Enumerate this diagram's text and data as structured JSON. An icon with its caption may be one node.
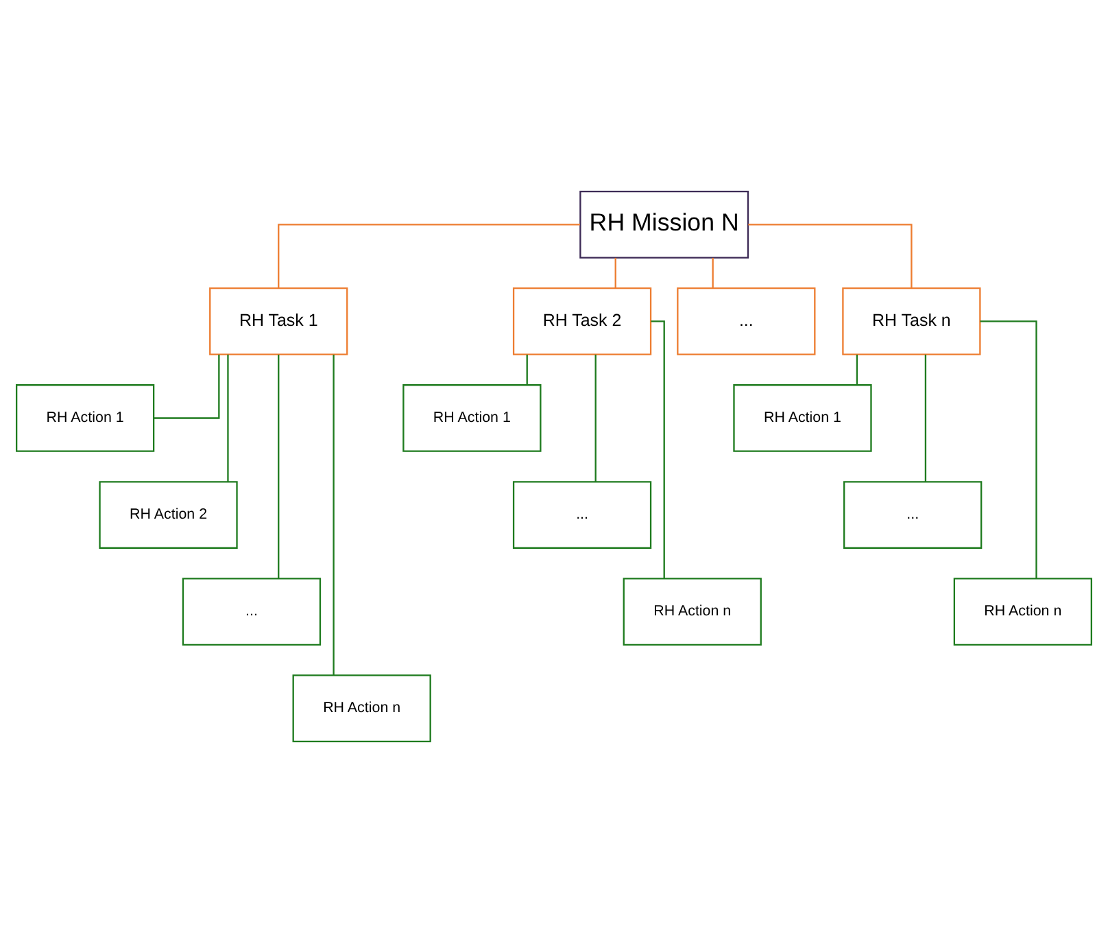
{
  "diagram": {
    "nodes": [
      {
        "text": [
          "RH Mission N"
        ]
      },
      {
        "text": [
          "RH Task 1"
        ]
      },
      {
        "text": [
          "RH Task 2"
        ]
      },
      {
        "text": [
          "..."
        ]
      },
      {
        "text": [
          "RH Task n"
        ]
      },
      {
        "text": [
          "RH Action 1"
        ]
      },
      {
        "text": [
          "RH Action 2"
        ]
      },
      {
        "text": [
          "..."
        ]
      },
      {
        "text": [
          "RH Action n"
        ]
      },
      {
        "text": [
          "RH Action 1"
        ]
      },
      {
        "text": [
          "..."
        ]
      },
      {
        "text": [
          "RH Action n"
        ]
      },
      {
        "text": [
          "RH Action 1"
        ]
      },
      {
        "text": [
          "..."
        ]
      },
      {
        "text": [
          "RH Action n"
        ]
      }
    ],
    "edges": [
      {
        "from": 0,
        "to": 1,
        "arrow": "none",
        "color": "#ed7d31"
      },
      {
        "from": 0,
        "to": 2,
        "arrow": "none",
        "color": "#ed7d31"
      },
      {
        "from": 0,
        "to": 3,
        "arrow": "none",
        "color": "#ed7d31"
      },
      {
        "from": 0,
        "to": 4,
        "arrow": "none",
        "color": "#ed7d31"
      },
      {
        "from": 1,
        "to": 5,
        "arrow": "none"
      },
      {
        "from": 1,
        "to": 6,
        "arrow": "none"
      },
      {
        "from": 1,
        "to": 7,
        "arrow": "none"
      },
      {
        "from": 1,
        "to": 8,
        "arrow": "none"
      },
      {
        "from": 2,
        "to": 9,
        "arrow": "none"
      },
      {
        "from": 2,
        "to": 10,
        "arrow": "none"
      },
      {
        "from": 2,
        "to": 11,
        "arrow": "none"
      },
      {
        "from": 4,
        "to": 12,
        "arrow": "none"
      },
      {
        "from": 4,
        "to": 13,
        "arrow": "none"
      },
      {
        "from": 4,
        "to": 14,
        "arrow": "none"
      }
    ]
  }
}
